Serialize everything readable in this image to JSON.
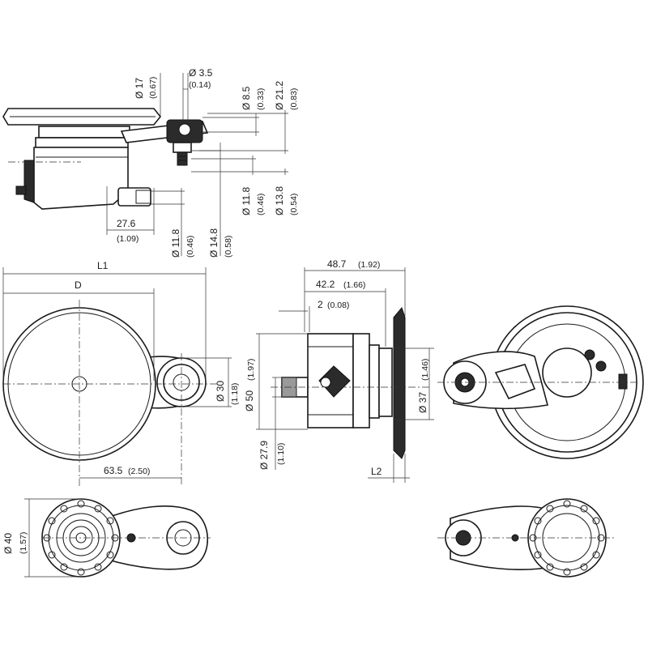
{
  "side_view": {
    "d17": "Ø 17",
    "d17_in": "(0.67)",
    "d35": "Ø 3.5",
    "d35_in": "(0.14)",
    "d85": "Ø 8.5",
    "d85_in": "(0.33)",
    "d212": "Ø 21.2",
    "d212_in": "(0.83)",
    "d118r": "Ø 11.8",
    "d118r_in": "(0.46)",
    "d138": "Ø 13.8",
    "d138_in": "(0.54)",
    "w276": "27.6",
    "w276_in": "(1.09)",
    "d118b": "Ø 11.8",
    "d118b_in": "(0.46)",
    "d148": "Ø 14.8",
    "d148_in": "(0.58)"
  },
  "front_view": {
    "L1": "L1",
    "D": "D",
    "d30": "Ø 30",
    "d30_in": "(1.18)",
    "w635": "63.5",
    "w635_in": "(2.50)"
  },
  "section_view": {
    "w487": "48.7",
    "w487_in": "(1.92)",
    "w422": "42.2",
    "w422_in": "(1.66)",
    "w2": "2",
    "w2_in": "(0.08)",
    "d50": "Ø 50",
    "d50_in": "(1.97)",
    "d279": "Ø 27.9",
    "d279_in": "(1.10)",
    "d37": "Ø 37",
    "d37_in": "(1.46)",
    "L2": "L2"
  },
  "bottom_view": {
    "d40": "Ø 40",
    "d40_in": "(1.57)"
  }
}
